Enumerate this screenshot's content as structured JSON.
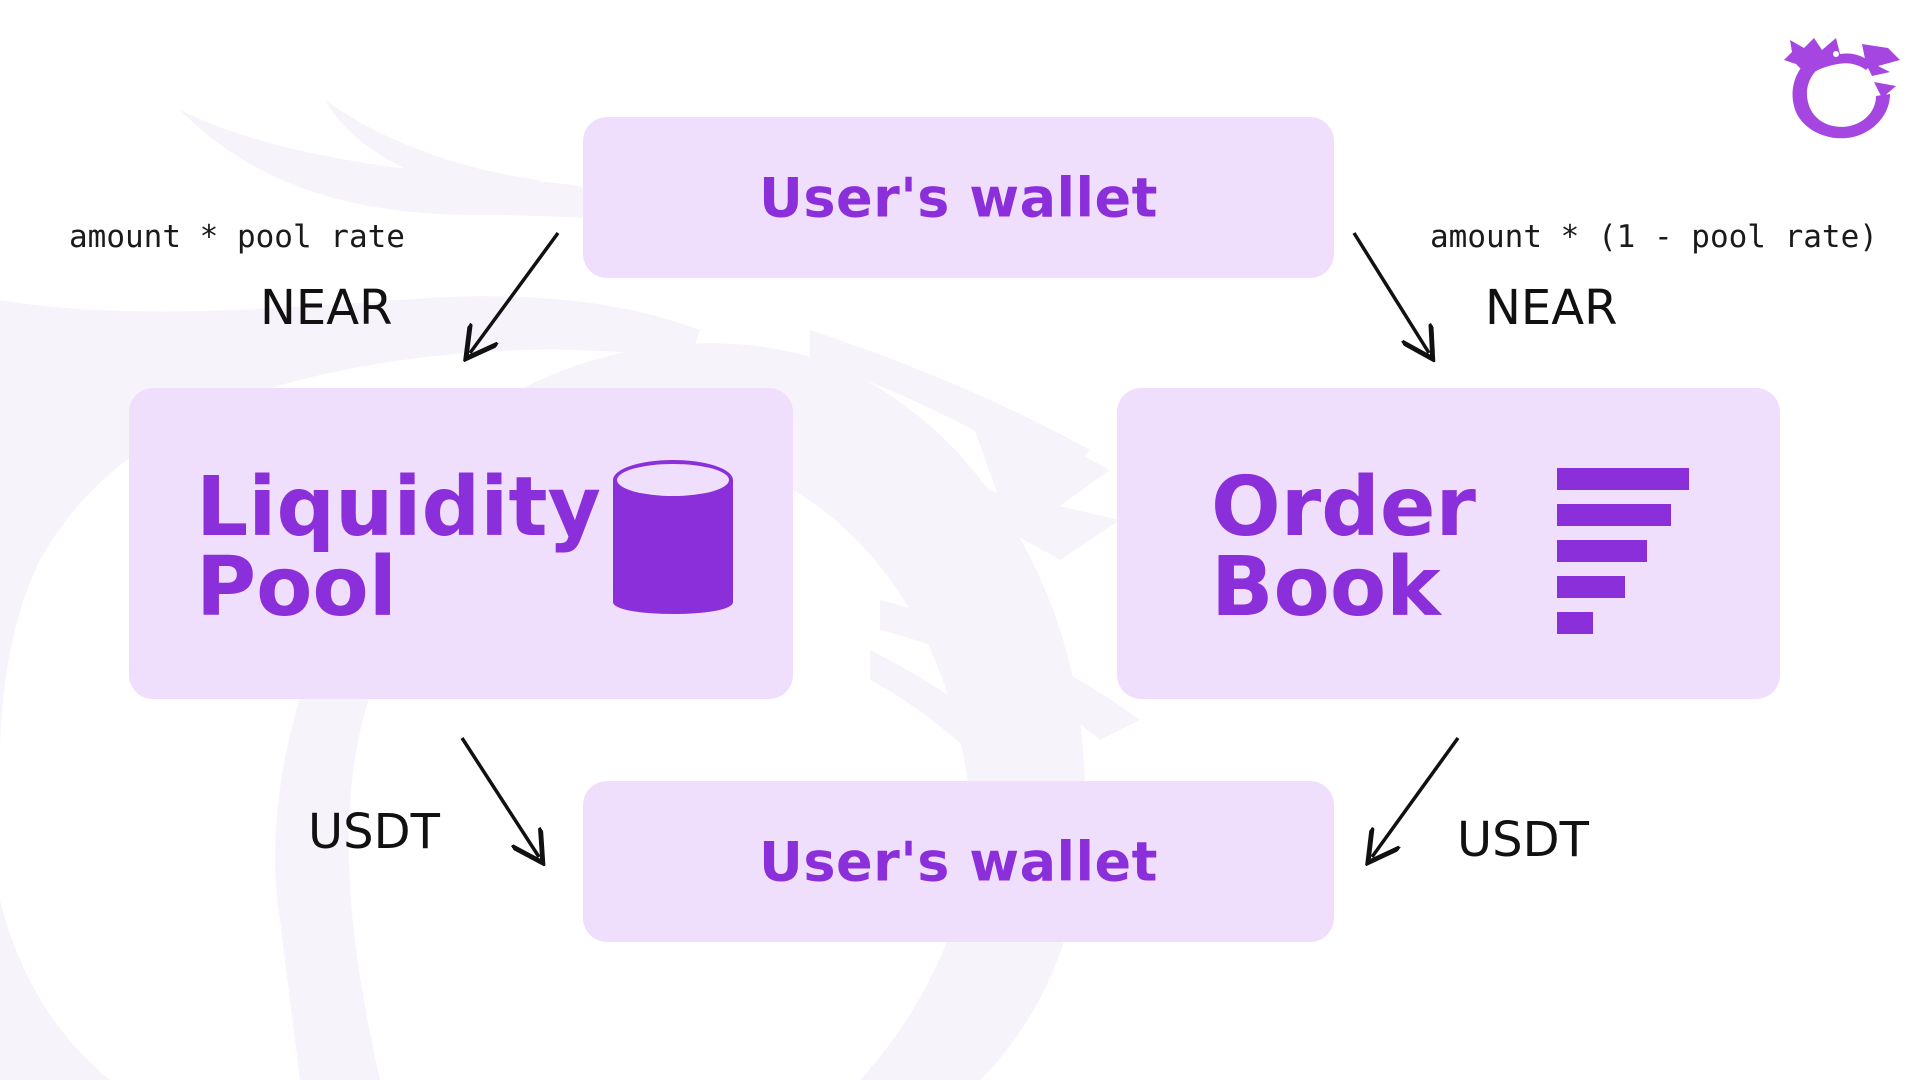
{
  "colors": {
    "accent": "#8b2fdb",
    "box_background": "#f0dffc",
    "watermark": "#f6f3fa",
    "arrow": "#111111"
  },
  "wallet_top": {
    "label": "User's wallet"
  },
  "wallet_bottom": {
    "label": "User's wallet"
  },
  "liquidity_pool": {
    "line1": "Liquidity",
    "line2": "Pool",
    "icon": "database-cylinder-icon"
  },
  "order_book": {
    "line1": "Order",
    "line2": "Book",
    "icon": "order-book-bars-icon"
  },
  "flows": {
    "to_pool": {
      "formula": "amount * pool rate",
      "token": "NEAR"
    },
    "to_order_book": {
      "formula": "amount * (1 - pool rate)",
      "token": "NEAR"
    },
    "pool_to_wallet": {
      "token": "USDT"
    },
    "order_book_to_wallet": {
      "token": "USDT"
    }
  },
  "logo": {
    "icon": "dragon-logo-icon"
  }
}
